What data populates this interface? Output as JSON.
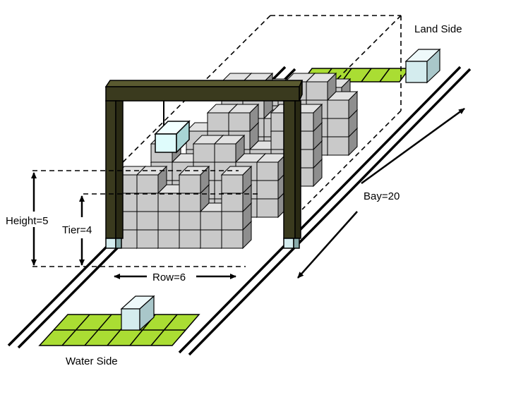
{
  "labels": {
    "land_side": "Land Side",
    "water_side": "Water Side",
    "bay": "Bay=20",
    "height": "Height=5",
    "tier": "Tier=4",
    "row": "Row=6"
  },
  "colors": {
    "frame": "#3a3a1e",
    "frame_dark": "#2a2a14",
    "container_top": "#e2e2e2",
    "container_front": "#c9c9c9",
    "container_side": "#8e8e8e",
    "spreader_box": "#dffcfc",
    "truck_box": "#d4ecee",
    "lane": "#aadd33",
    "rail": "#000000"
  },
  "stack": {
    "rows": 6,
    "tiers": 4,
    "height": 5,
    "bays": 20,
    "grid_rows": [
      [
        0,
        1,
        2,
        3,
        4,
        5
      ],
      [
        0,
        1,
        2,
        3,
        4,
        5
      ],
      [
        0,
        1,
        2,
        3,
        4,
        5
      ],
      [
        0,
        1,
        2,
        3,
        4,
        5
      ],
      [
        0,
        1,
        2,
        3,
        4,
        5
      ]
    ],
    "tiers_by_row": [
      [
        4,
        4,
        3,
        4,
        2,
        4
      ],
      [
        4,
        3,
        4,
        4,
        3,
        3
      ],
      [
        3,
        4,
        4,
        2,
        4,
        4
      ],
      [
        4,
        4,
        2,
        4,
        4,
        3
      ],
      [
        3,
        2,
        4,
        4,
        3,
        2
      ]
    ]
  }
}
